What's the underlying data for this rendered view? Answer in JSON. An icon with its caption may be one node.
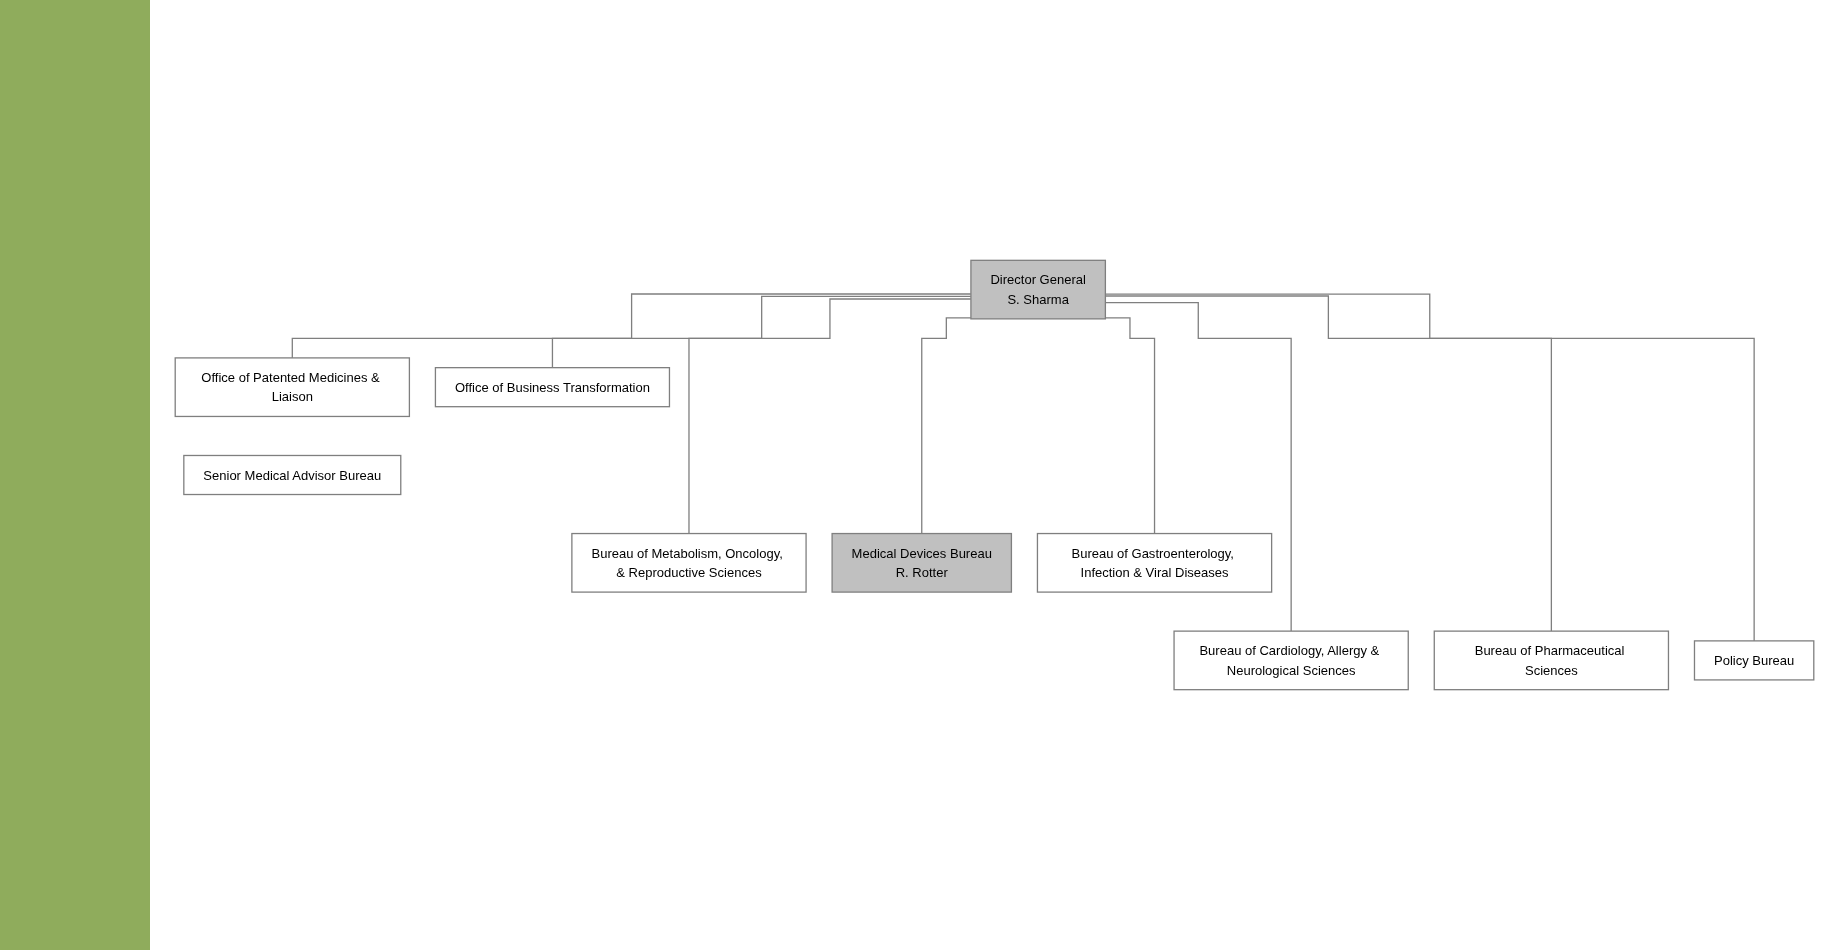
{
  "diagram": {
    "nodes": [
      {
        "text": [
          "Director General",
          "S. Sharma"
        ]
      },
      {
        "text": [
          "Office of Patented Medicines & Liaison"
        ]
      },
      {
        "text": [
          "Office of Business Transformation"
        ]
      },
      {
        "text": [
          "Senior Medical Advisor Bureau"
        ]
      },
      {
        "text": [
          "Bureau of Metabolism, Oncology, & Reproductive Sciences"
        ]
      },
      {
        "text": [
          "Medical Devices Bureau",
          "R. Rotter"
        ]
      },
      {
        "text": [
          "Bureau of Gastroenterology, Infection & Viral Diseases"
        ]
      },
      {
        "text": [
          "Bureau of Cardiology, Allergy & Neurological Sciences"
        ]
      },
      {
        "text": [
          "Bureau of Pharmaceutical Sciences"
        ]
      },
      {
        "text": [
          "Policy Bureau"
        ]
      }
    ],
    "edges": [
      {
        "from": 0,
        "to": 1,
        "arrow": "none"
      },
      {
        "from": 0,
        "to": 2,
        "arrow": "none"
      },
      {
        "from": 0,
        "to": 4,
        "arrow": "none"
      },
      {
        "from": 0,
        "to": 7,
        "arrow": "none"
      },
      {
        "from": 0,
        "to": 5,
        "arrow": "none"
      },
      {
        "from": 0,
        "to": 8,
        "arrow": "none"
      },
      {
        "from": 0,
        "to": 6,
        "arrow": "none"
      },
      {
        "from": 0,
        "to": 9,
        "arrow": "none"
      }
    ]
  }
}
